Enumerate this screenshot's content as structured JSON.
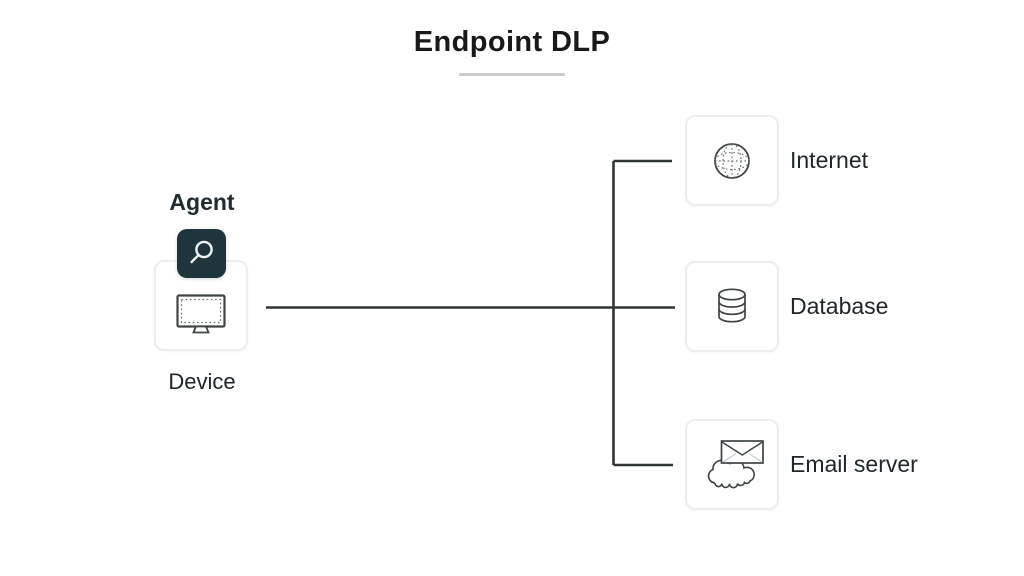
{
  "title": {
    "text": "Endpoint DLP"
  },
  "colors": {
    "line": "#303536",
    "icon_stroke": "#3f4446",
    "agent_bg": "#1e363b",
    "agent_glass": "#eef2f2",
    "box_border": "#ededed",
    "underline": "#cbcbcb",
    "text": "#20272b"
  },
  "agent": {
    "label": "Agent",
    "icon": "magnifier-icon",
    "device": {
      "label": "Device",
      "icon": "monitor-icon"
    }
  },
  "endpoints": [
    {
      "label": "Internet",
      "icon": "globe-icon"
    },
    {
      "label": "Database",
      "icon": "database-icon"
    },
    {
      "label": "Email server",
      "icon": "email-cloud-icon"
    }
  ]
}
